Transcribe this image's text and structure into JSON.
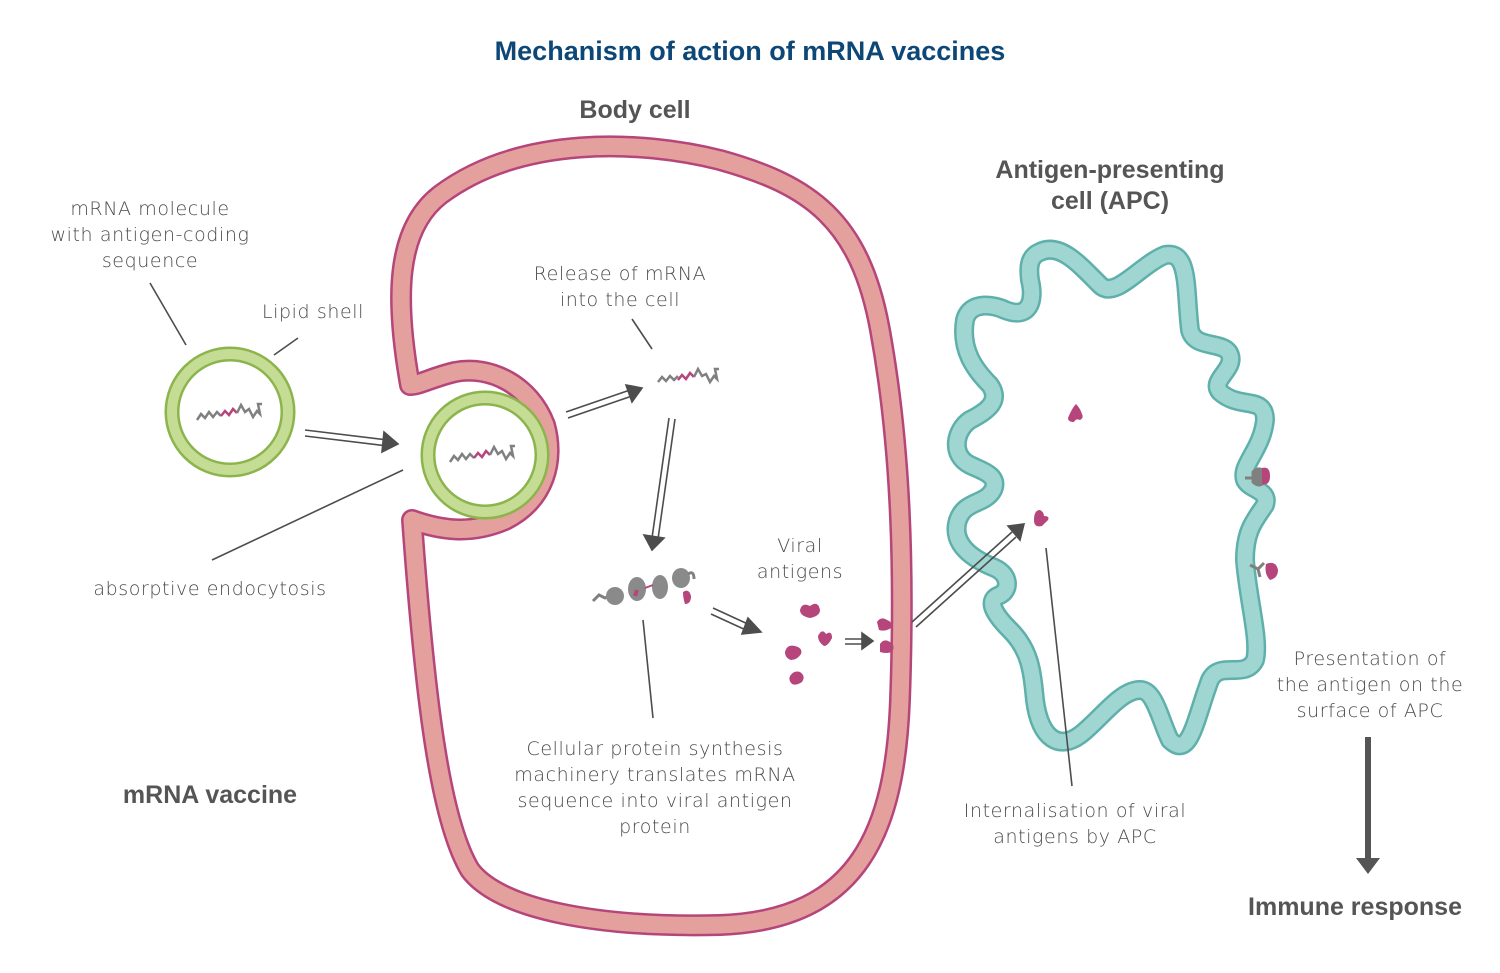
{
  "title": "Mechanism of action of mRNA vaccines",
  "headings": {
    "body_cell": "Body cell",
    "apc": [
      "Antigen-presenting",
      "cell (APC)"
    ],
    "mrna_vaccine": "mRNA vaccine",
    "immune_response": "Immune response"
  },
  "labels": {
    "mrna_molecule": [
      "mRNA molecule",
      "with antigen-coding",
      "sequence"
    ],
    "lipid_shell": "Lipid shell",
    "endocytosis": "absorptive endocytosis",
    "release": [
      "Release of mRNA",
      "into the cell"
    ],
    "viral_antigens": [
      "Viral",
      "antigens"
    ],
    "synthesis": [
      "Cellular protein synthesis",
      "machinery translates mRNA",
      "sequence into viral antigen",
      "protein"
    ],
    "internalisation": [
      "Internalisation of viral",
      "antigens by APC"
    ],
    "presentation": [
      "Presentation of",
      "the antigen on the",
      "surface of APC"
    ]
  },
  "colors": {
    "title": "#0d4778",
    "heading": "#555555",
    "body_cell_fill": "#e3a09d",
    "body_cell_stroke": "#b5457a",
    "lipid_fill": "#c4dc94",
    "lipid_stroke": "#8cb44c",
    "apc_fill": "#9fd6d1",
    "apc_stroke": "#5fb0aa",
    "antigen": "#b5457a",
    "rna_grey": "#808080",
    "arrow": "#4d4d4d"
  }
}
